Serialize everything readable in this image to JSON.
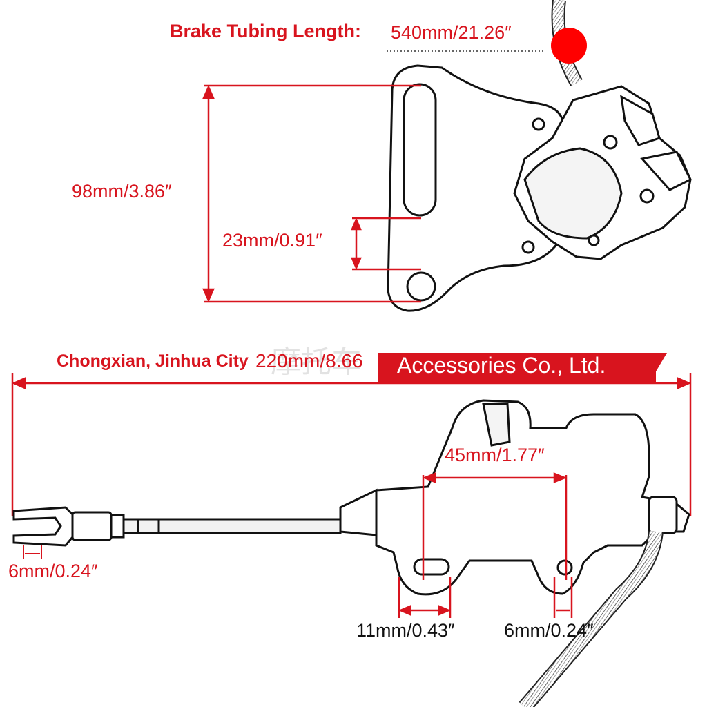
{
  "brake_tubing": {
    "label": "Brake Tubing Length:",
    "value": "540mm/21.26″"
  },
  "top_dims": {
    "height_total": "98mm/3.86″",
    "slot_gap": "23mm/0.91″"
  },
  "watermark": {
    "left_text": "Chongxian, Jinhua City",
    "chinese_text": "摩托车",
    "right_text": "Accessories Co., Ltd."
  },
  "bottom_dims": {
    "overall_length": "220mm/8.66",
    "mount_spacing": "45mm/1.77″",
    "clevis_pin": "6mm/0.24″",
    "slot_width": "11mm/0.43″",
    "hole_diameter": "6mm/0.24″"
  },
  "colors": {
    "accent_red": "#d8141e",
    "line_dark": "#111111",
    "part_grey": "#e9e9e9"
  }
}
